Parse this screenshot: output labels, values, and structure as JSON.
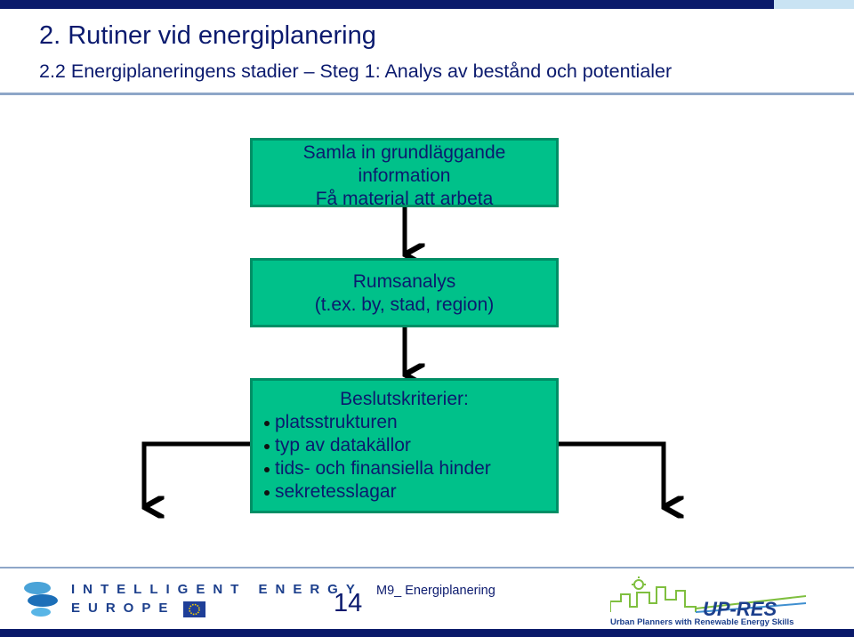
{
  "title": "2.  Rutiner vid energiplanering",
  "subtitle": "2.2  Energiplaneringens stadier – Steg 1: Analys av bestånd och potentialer",
  "boxes": {
    "box1": {
      "line1": "Samla in grundläggande",
      "line2": "information",
      "line3": "Få material att arbeta"
    },
    "box2": {
      "line1": "Rumsanalys",
      "line2": "(t.ex. by, stad, region)"
    },
    "box3": {
      "heading": "Beslutskriterier:",
      "bullets": [
        "platsstrukturen",
        "typ av datakällor",
        "tids- och finansiella hinder",
        "sekretesslagar"
      ]
    }
  },
  "footer": {
    "page_number": "14",
    "module": "M9_ Energiplanering",
    "iee_line1": "INTELLIGENT ENERGY",
    "iee_line2": "EUROPE",
    "upres": "UP-RES",
    "upres_tagline": "Urban Planners with Renewable Energy Skills"
  },
  "colors": {
    "box_fill": "#00c18a",
    "box_border": "#008f66",
    "text": "#0b1a6e",
    "bar": "#0a1a6a"
  }
}
